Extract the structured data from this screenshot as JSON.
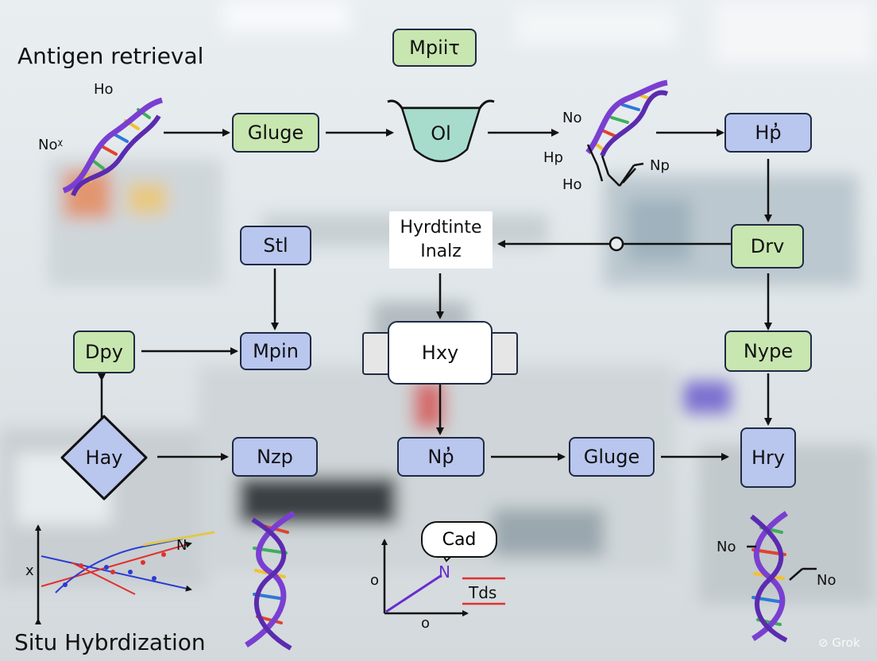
{
  "headings": {
    "top": "Antigen retrieval",
    "bottom": "Situ Hybrdization"
  },
  "nodes": {
    "mpiit": "Mpiiτ",
    "gluge_top": "Gluge",
    "ol": "Ol",
    "hp_top": "Hp̓",
    "hyrdtinte_line1": "Hyrdtinte",
    "hyrdtinte_line2": "Inalz",
    "drv": "Drv",
    "stl": "Stl",
    "dpy": "Dpy",
    "mpin": "Mpin",
    "hxy": "Hxy",
    "nype": "Nype",
    "hay": "Hay",
    "nzp": "Nzp",
    "np": "Np̓",
    "gluge_bottom": "Gluge",
    "hry": "Hry"
  },
  "molecule_labels": {
    "dna1_top": "Ho",
    "dna1_left": "Noᵡ",
    "dna2_no": "No",
    "dna2_hp": "Hp",
    "dna2_ho": "Ho",
    "dna2_np": "Np",
    "dna4_no_left": "No",
    "dna4_no_right": "No"
  },
  "mini_charts": {
    "left": {
      "y_axis": "x",
      "series_label": "N"
    },
    "center": {
      "callout": "Cad",
      "y_axis": "o",
      "x_axis": "o",
      "point_label": "N",
      "legend": "Tds"
    }
  },
  "watermark": "Grok",
  "colors": {
    "green_box": "#c8e6b0",
    "blue_box": "#b9c6ee",
    "border": "#1f2a44",
    "bowl": "#a7dccd",
    "dna_backbone": "#7a3fd1"
  }
}
